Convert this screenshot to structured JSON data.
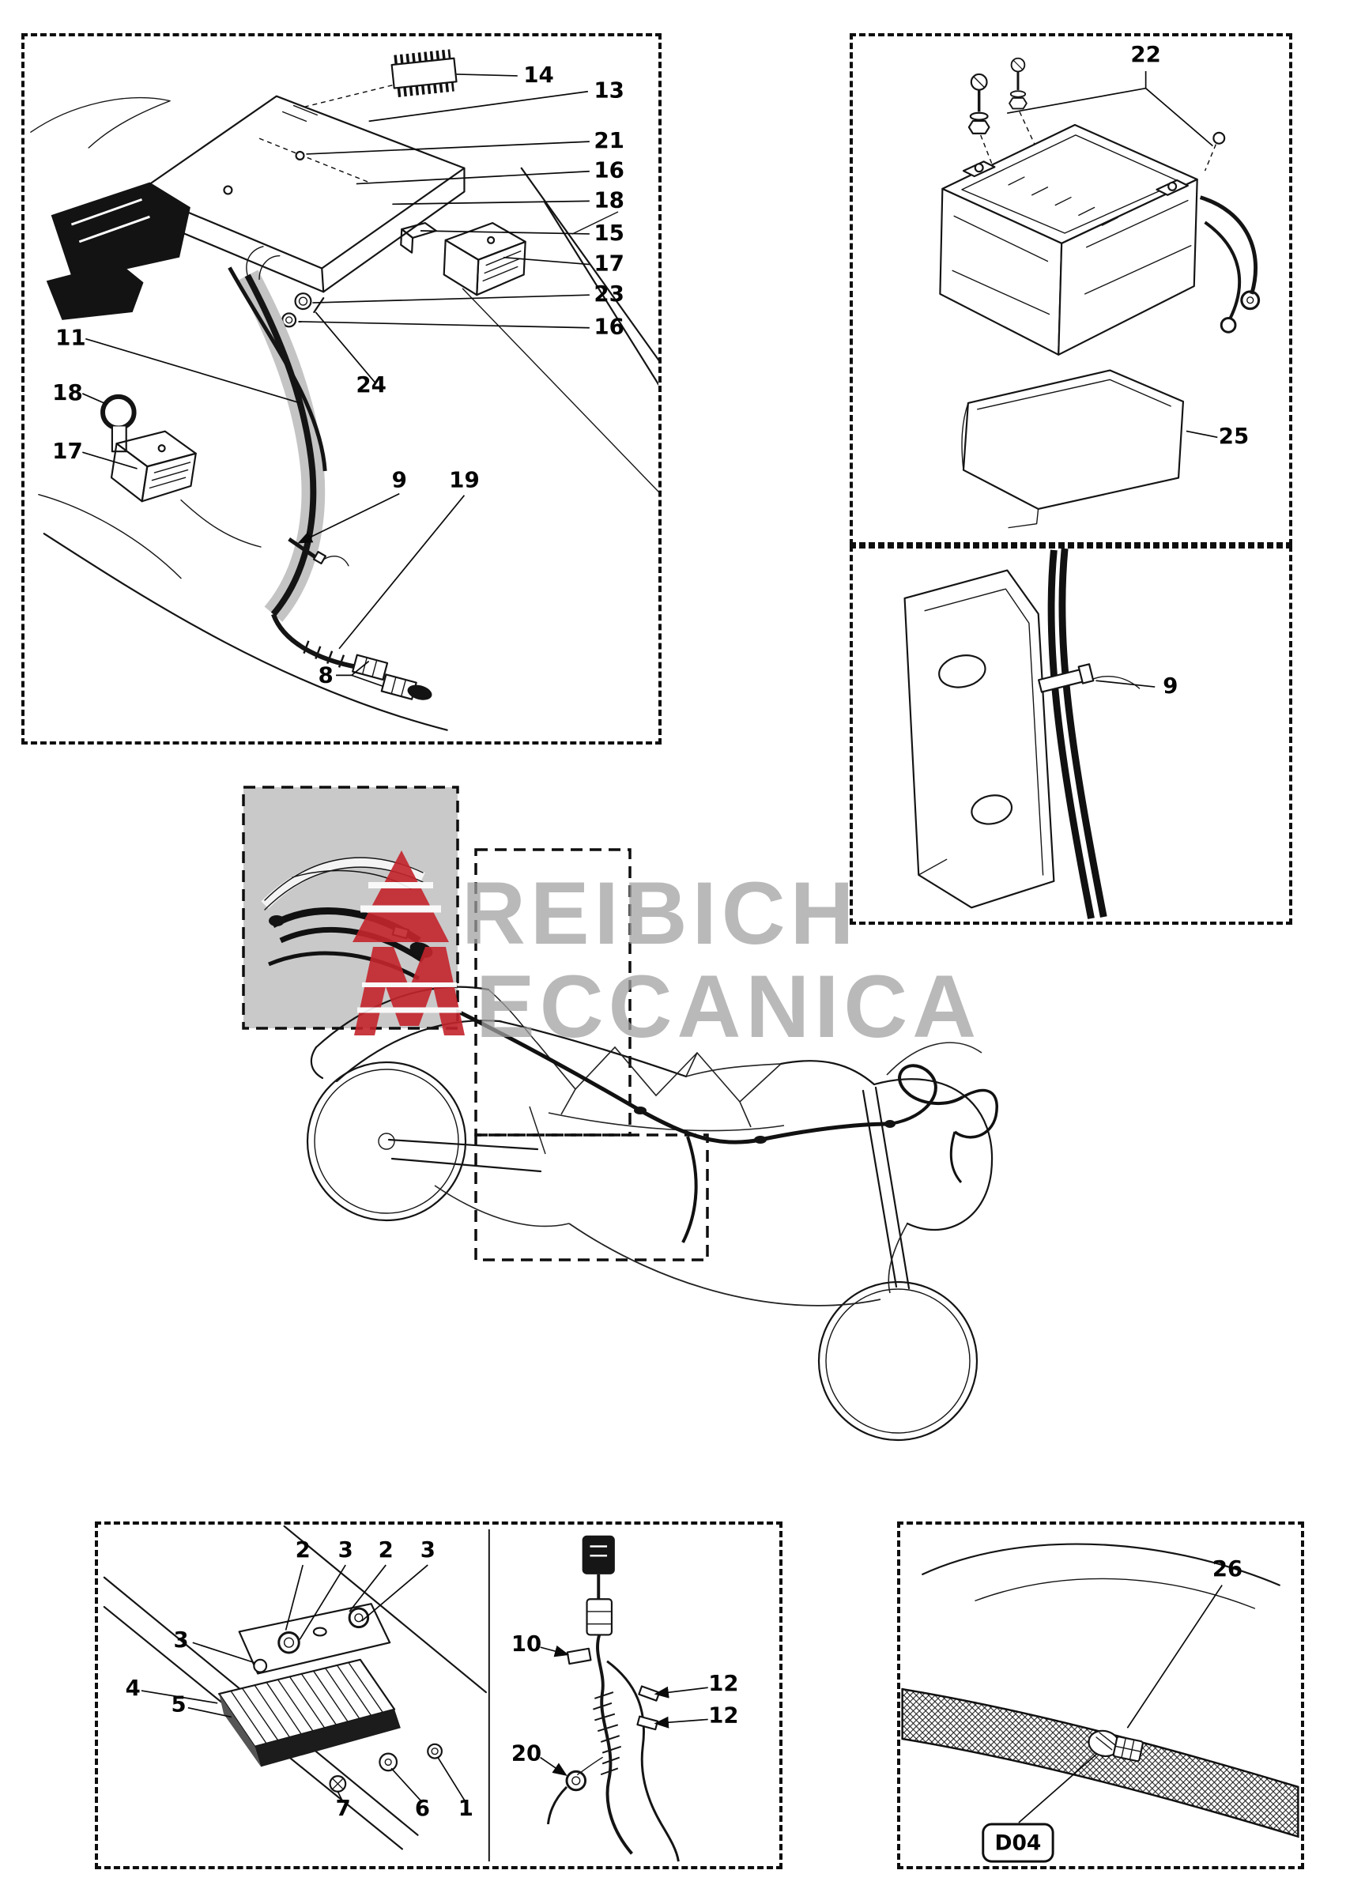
{
  "page": {
    "background": "#ffffff",
    "line_color": "#141414"
  },
  "watermark": {
    "line1": "REIBICH",
    "line2": "ECCANICA",
    "mark_color": "#c4242c",
    "text_color": "#a2a2a2"
  },
  "panels": {
    "ecu_detail": {
      "callouts": [
        "14",
        "13",
        "21",
        "16",
        "18",
        "15",
        "17",
        "23",
        "16",
        "11",
        "24",
        "18",
        "17",
        "9",
        "19",
        "8"
      ]
    },
    "battery": {
      "callouts": [
        "22",
        "25"
      ]
    },
    "frame_tie": {
      "callouts": [
        "9"
      ]
    },
    "regulator": {
      "callouts": [
        "2",
        "3",
        "2",
        "3",
        "3",
        "4",
        "5",
        "7",
        "6",
        "1"
      ]
    },
    "harness_wrap": {
      "callouts": [
        "10",
        "12",
        "12",
        "20"
      ]
    },
    "clamp": {
      "callouts": [
        "26"
      ],
      "tag": "D04"
    }
  }
}
